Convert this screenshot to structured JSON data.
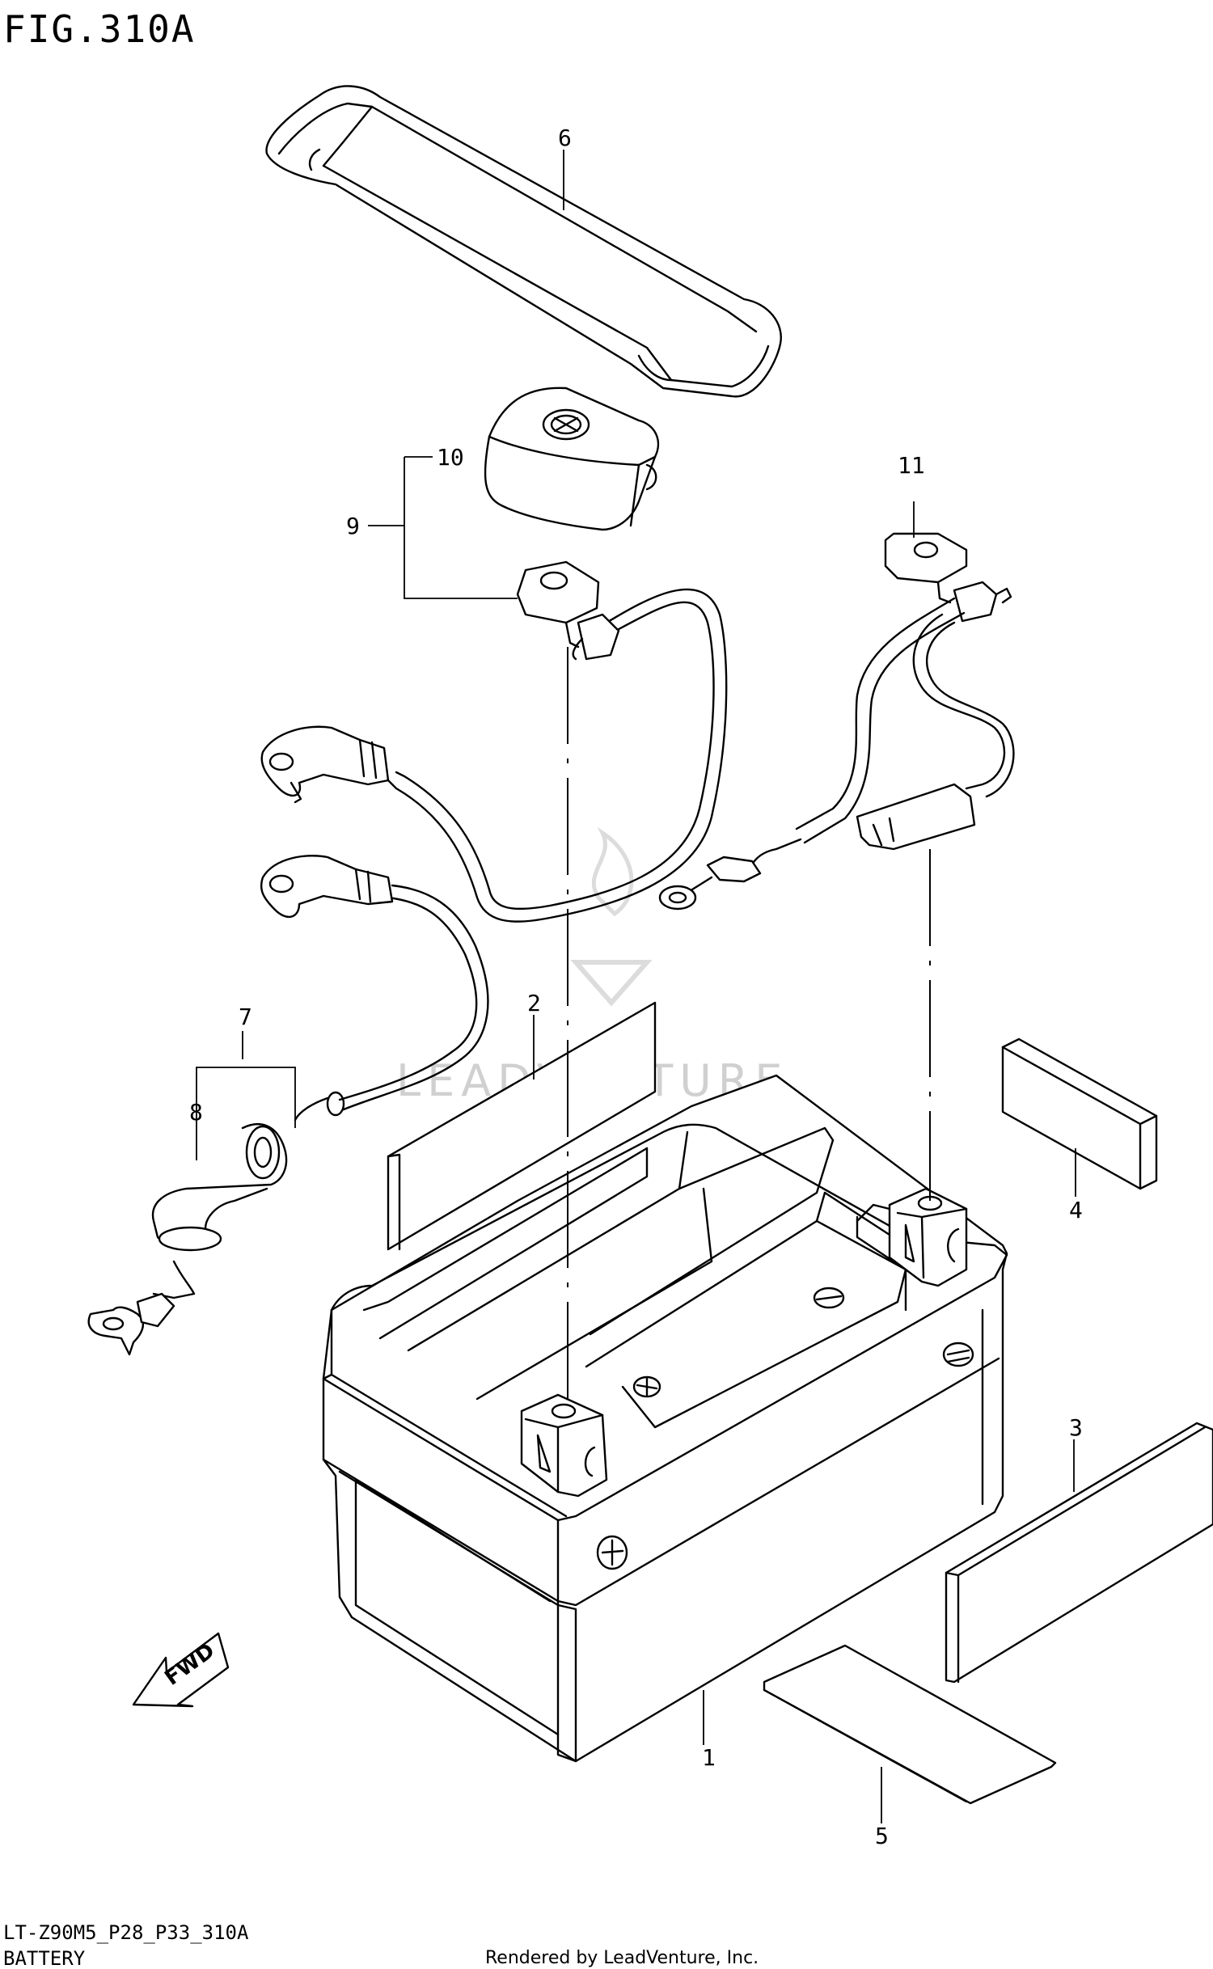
{
  "figure": {
    "title": "FIG.310A",
    "model_code": "LT-Z90M5_P28_P33_310A",
    "section_name": "BATTERY",
    "credit": "Rendered by LeadVenture, Inc.",
    "watermark": "LEADVENTURE"
  },
  "fwd_arrow": {
    "label": "FWD"
  },
  "callouts": [
    {
      "id": "c1",
      "label": "1"
    },
    {
      "id": "c2",
      "label": "2"
    },
    {
      "id": "c3",
      "label": "3"
    },
    {
      "id": "c4",
      "label": "4"
    },
    {
      "id": "c5",
      "label": "5"
    },
    {
      "id": "c6",
      "label": "6"
    },
    {
      "id": "c7",
      "label": "7"
    },
    {
      "id": "c8",
      "label": "8"
    },
    {
      "id": "c9",
      "label": "9"
    },
    {
      "id": "c10",
      "label": "10"
    },
    {
      "id": "c11",
      "label": "11"
    }
  ]
}
